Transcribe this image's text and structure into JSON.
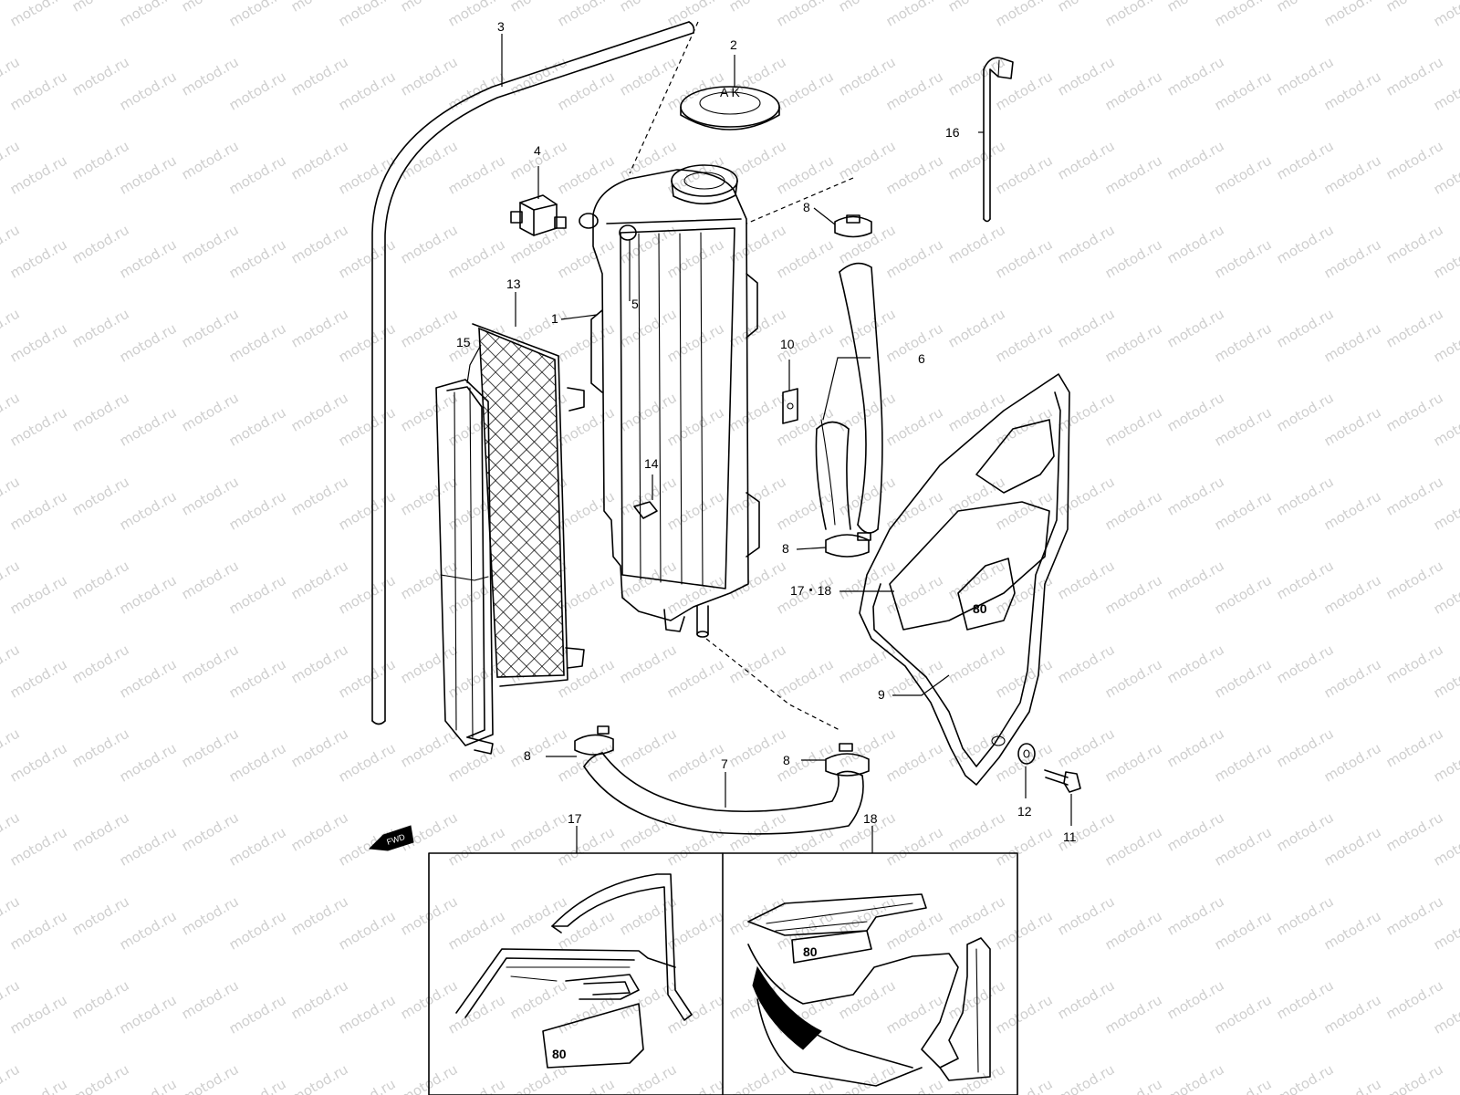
{
  "watermark": "motod.ru",
  "fwd_badge": "FWD",
  "radiator_cap_text": "A K",
  "emblem_text": "80",
  "callouts": [
    {
      "id": "c1",
      "text": "1"
    },
    {
      "id": "c2",
      "text": "2"
    },
    {
      "id": "c3",
      "text": "3"
    },
    {
      "id": "c4",
      "text": "4"
    },
    {
      "id": "c5",
      "text": "5"
    },
    {
      "id": "c6",
      "text": "6"
    },
    {
      "id": "c7",
      "text": "7"
    },
    {
      "id": "c8a",
      "text": "8"
    },
    {
      "id": "c8b",
      "text": "8"
    },
    {
      "id": "c8c",
      "text": "8"
    },
    {
      "id": "c8d",
      "text": "8"
    },
    {
      "id": "c9",
      "text": "9"
    },
    {
      "id": "c10",
      "text": "10"
    },
    {
      "id": "c11",
      "text": "11"
    },
    {
      "id": "c12",
      "text": "12"
    },
    {
      "id": "c13",
      "text": "13"
    },
    {
      "id": "c14",
      "text": "14"
    },
    {
      "id": "c15",
      "text": "15"
    },
    {
      "id": "c16",
      "text": "16"
    },
    {
      "id": "c17_18",
      "text": "17・18"
    },
    {
      "id": "c17",
      "text": "17"
    },
    {
      "id": "c18",
      "text": "18"
    }
  ]
}
